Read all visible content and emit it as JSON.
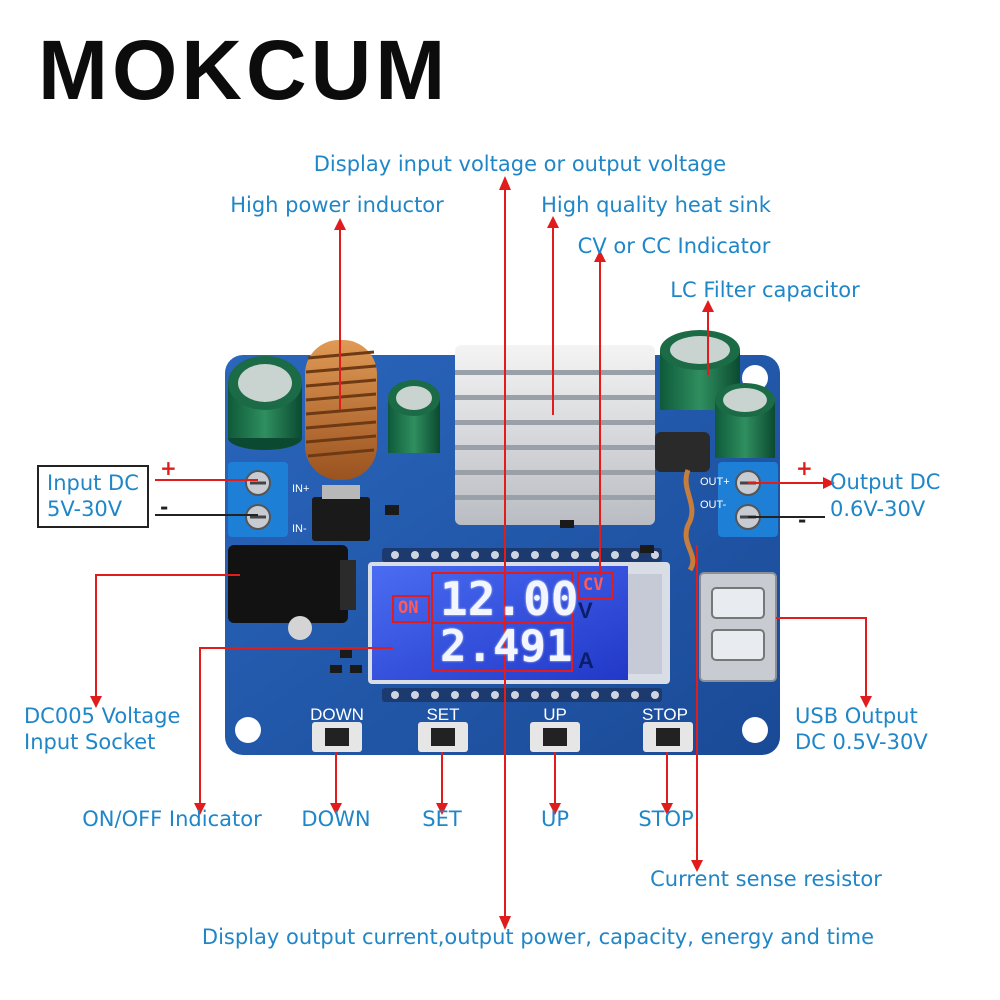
{
  "brand": "MOKCUM",
  "labels": {
    "display_voltage": "Display input voltage or output voltage",
    "inductor": "High power inductor",
    "heat_sink": "High quality heat sink",
    "cv_cc": "CV or CC Indicator",
    "lc_filter": "LC Filter capacitor",
    "input_dc_line1": "Input DC",
    "input_dc_line2": "5V-30V",
    "output_dc_line1": "Output DC",
    "output_dc_line2": "0.6V-30V",
    "dc005_line1": "DC005 Voltage",
    "dc005_line2": "Input Socket",
    "usb_line1": "USB Output",
    "usb_line2": "DC 0.5V-30V",
    "on_off": "ON/OFF Indicator",
    "down": "DOWN",
    "set": "SET",
    "up": "UP",
    "stop": "STOP",
    "current_sense": "Current sense resistor",
    "display_current": "Display output current,output power, capacity, energy and time"
  },
  "polarity": {
    "plus": "+",
    "minus": "-"
  },
  "lcd": {
    "voltage": "12.00",
    "voltage_unit": "V",
    "current": "2.491",
    "current_unit": "A",
    "on_indicator": "ON",
    "mode_indicator": "CV"
  },
  "board": {
    "buttons": [
      "DOWN",
      "SET",
      "UP",
      "STOP"
    ],
    "in_plus": "IN+",
    "in_minus": "IN-",
    "out_plus": "OUT+",
    "out_minus": "OUT-"
  },
  "colors": {
    "label_blue": "#1f86c8",
    "arrow_red": "#e01c1c",
    "pcb_blue": "#2057a8",
    "lcd_blue": "#2f4fe0"
  }
}
